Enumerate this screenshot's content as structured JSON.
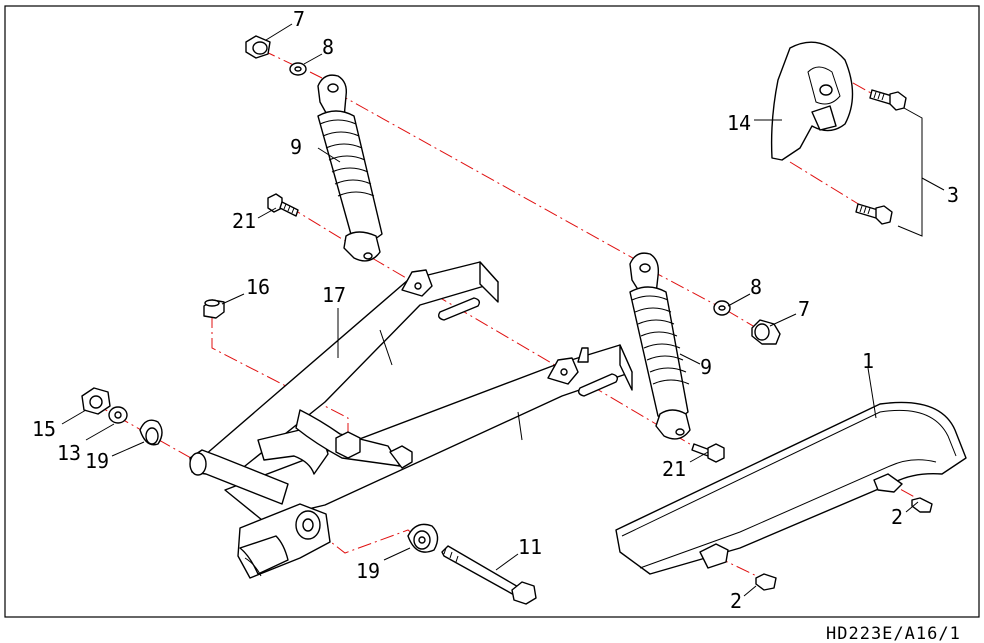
{
  "drawing_ref": "HD223E/A16/1",
  "callouts": {
    "c7a": "7",
    "c8a": "8",
    "c9a": "9",
    "c21a": "21",
    "c14": "14",
    "c3": "3",
    "c16": "16",
    "c17": "17",
    "c8b": "8",
    "c7b": "7",
    "c9b": "9",
    "c21b": "21",
    "c1": "1",
    "c15": "15",
    "c13": "13",
    "c19a": "19",
    "c19b": "19",
    "c11": "11",
    "c2a": "2",
    "c2b": "2"
  },
  "colors": {
    "line": "#000000",
    "center_axis": "#e01010",
    "background": "#ffffff"
  }
}
